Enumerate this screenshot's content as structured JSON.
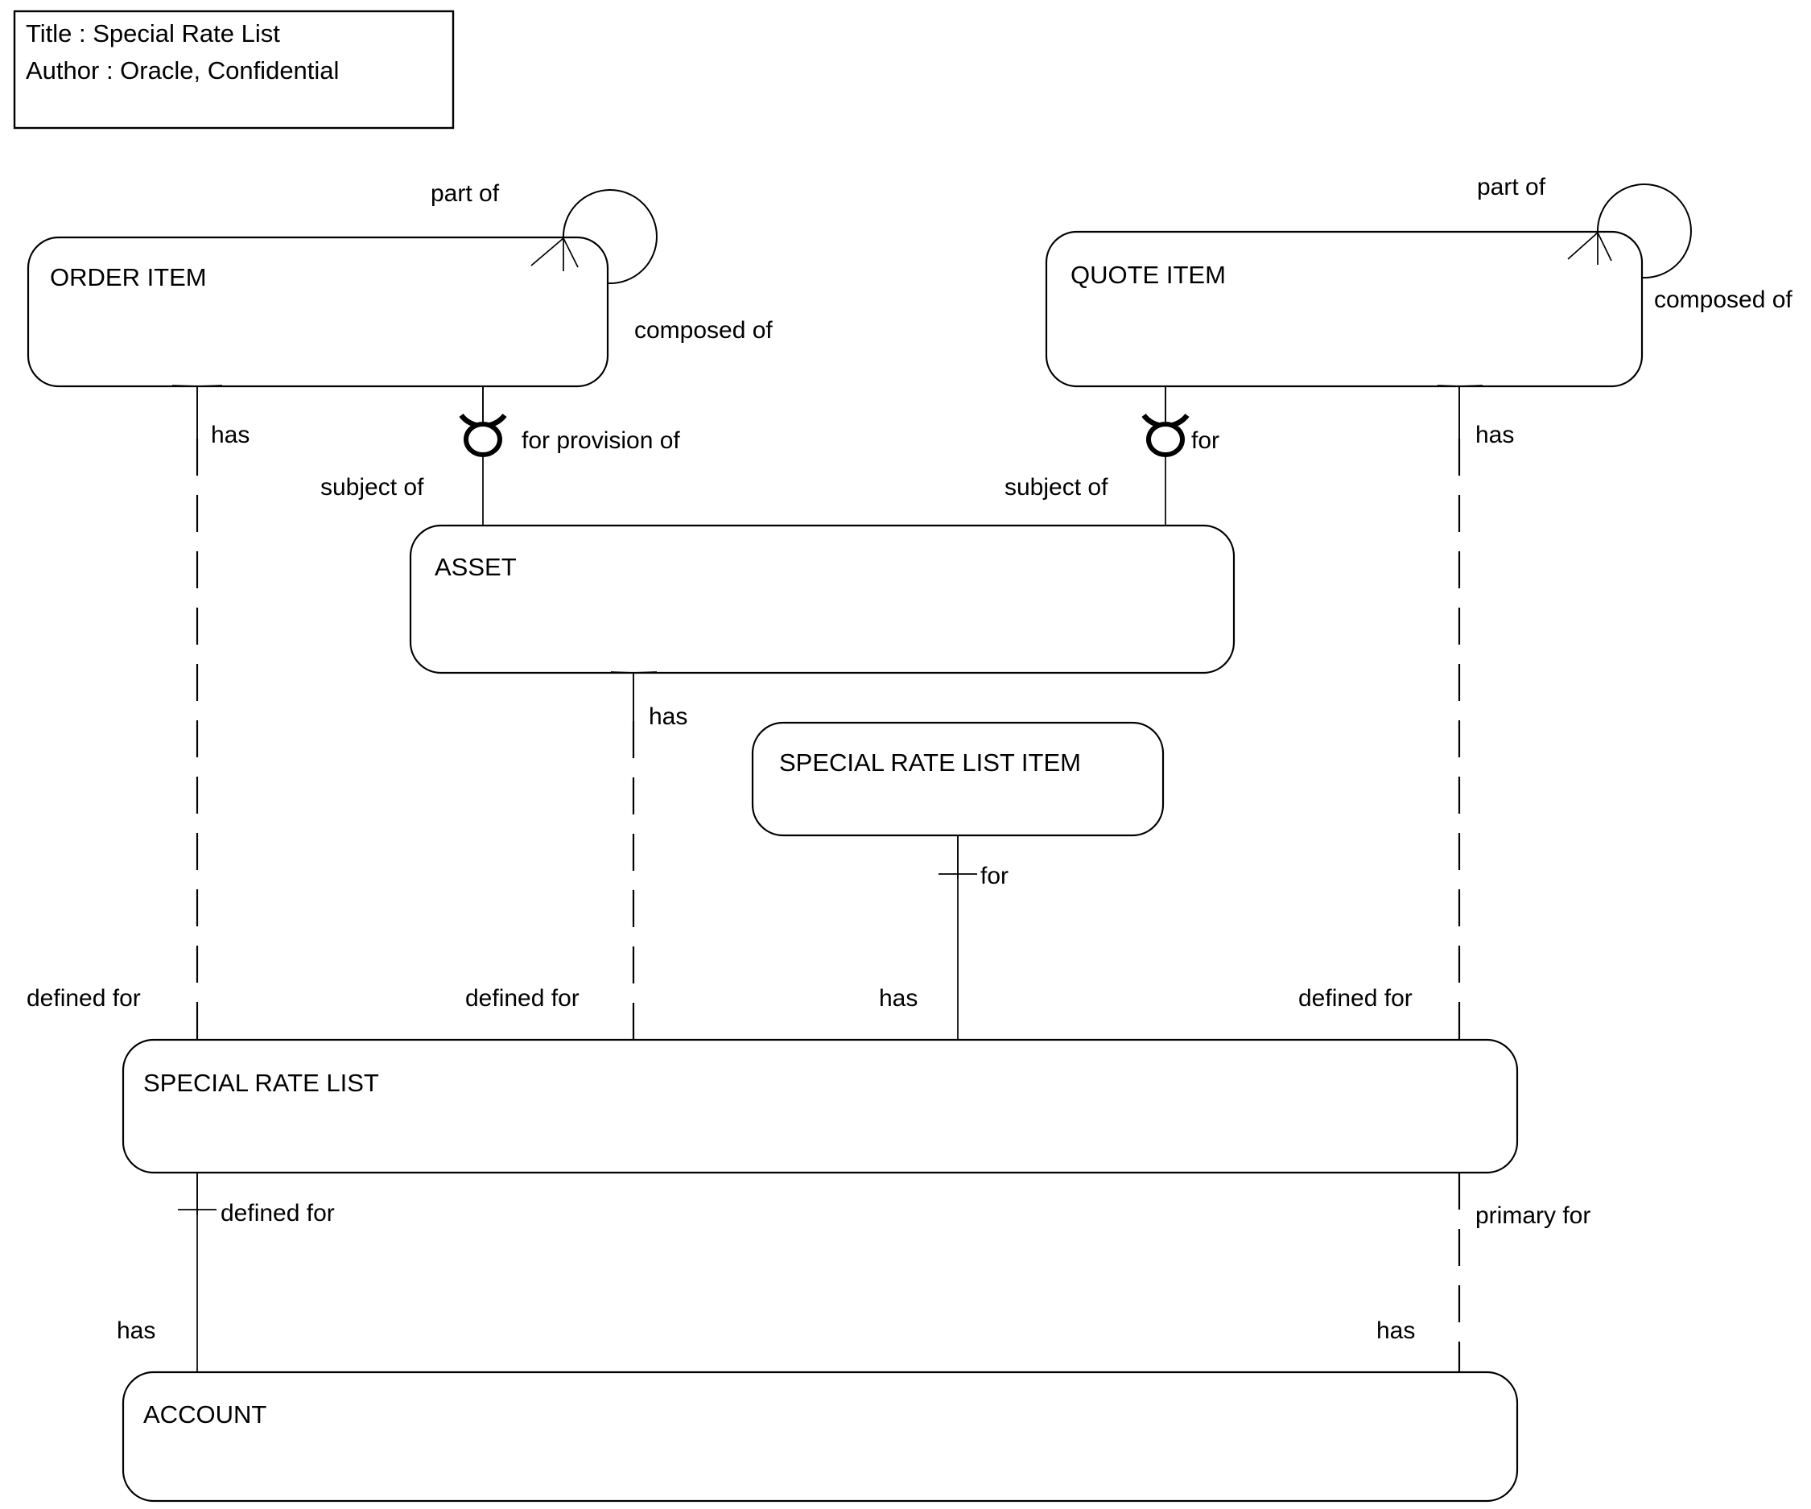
{
  "title_block": {
    "line1": "Title : Special Rate List",
    "line2": "Author : Oracle, Confidential"
  },
  "entities": {
    "order_item": "ORDER ITEM",
    "quote_item": "QUOTE ITEM",
    "asset": "ASSET",
    "special_rate_list_item": "SPECIAL RATE LIST ITEM",
    "special_rate_list": "SPECIAL RATE LIST",
    "account": "ACCOUNT"
  },
  "relationships": {
    "order_part_of": "part of",
    "order_composed_of": "composed of",
    "order_has": "has",
    "order_for_provision_of": "for provision of",
    "asset_subject_of_order": "subject of",
    "quote_part_of": "part of",
    "quote_composed_of": "composed of",
    "quote_for": "for",
    "quote_has": "has",
    "asset_subject_of_quote": "subject of",
    "asset_has": "has",
    "srli_for": "for",
    "srl_defined_for_order": "defined for",
    "srl_defined_for_asset": "defined for",
    "srl_has_srli": "has",
    "srl_defined_for_quote": "defined for",
    "srl_defined_for_account": "defined for",
    "srl_primary_for": "primary for",
    "account_has_left": "has",
    "account_has_right": "has"
  },
  "colors": {
    "stroke": "#000000",
    "fill": "#ffffff",
    "background": "#ffffff"
  }
}
